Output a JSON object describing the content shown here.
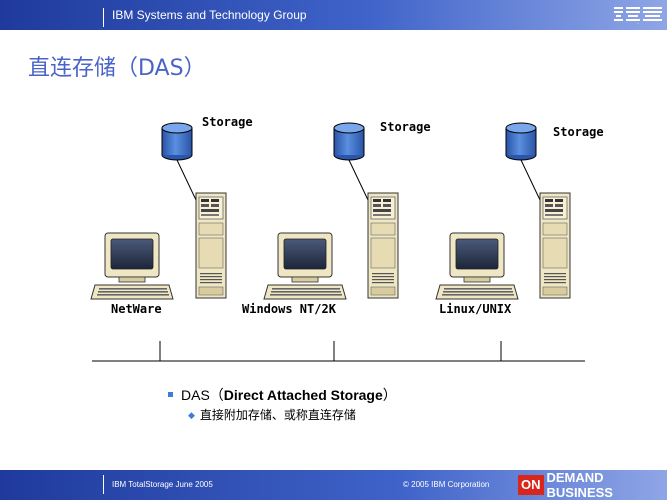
{
  "header": {
    "title": "IBM Systems and Technology Group",
    "logo": "IBM"
  },
  "page": {
    "title": "直连存储（DAS）"
  },
  "diagram": {
    "systems": [
      {
        "os_label": "NetWare",
        "storage_label": "Storage"
      },
      {
        "os_label": "Windows NT/2K",
        "storage_label": "Storage"
      },
      {
        "os_label": "Linux/UNIX",
        "storage_label": "Storage"
      }
    ]
  },
  "bullets": {
    "main_prefix": "DAS（",
    "main_bold": "Direct Attached Storage",
    "main_suffix": "）",
    "sub": "直接附加存储、或称直连存储"
  },
  "footer": {
    "left": "IBM TotalStorage June 2005",
    "copyright": "© 2005 IBM Corporation",
    "badge_on": "ON",
    "badge_rest": "DEMAND BUSINESS"
  },
  "colors": {
    "header_blue": "#1f3a9c",
    "title_blue": "#4a63c8",
    "disk_blue": "#3a6fc4",
    "badge_red": "#d9261c"
  },
  "icons": {
    "storage": "disk-cylinder-icon",
    "server": "tower-server-icon",
    "workstation": "crt-computer-icon"
  }
}
